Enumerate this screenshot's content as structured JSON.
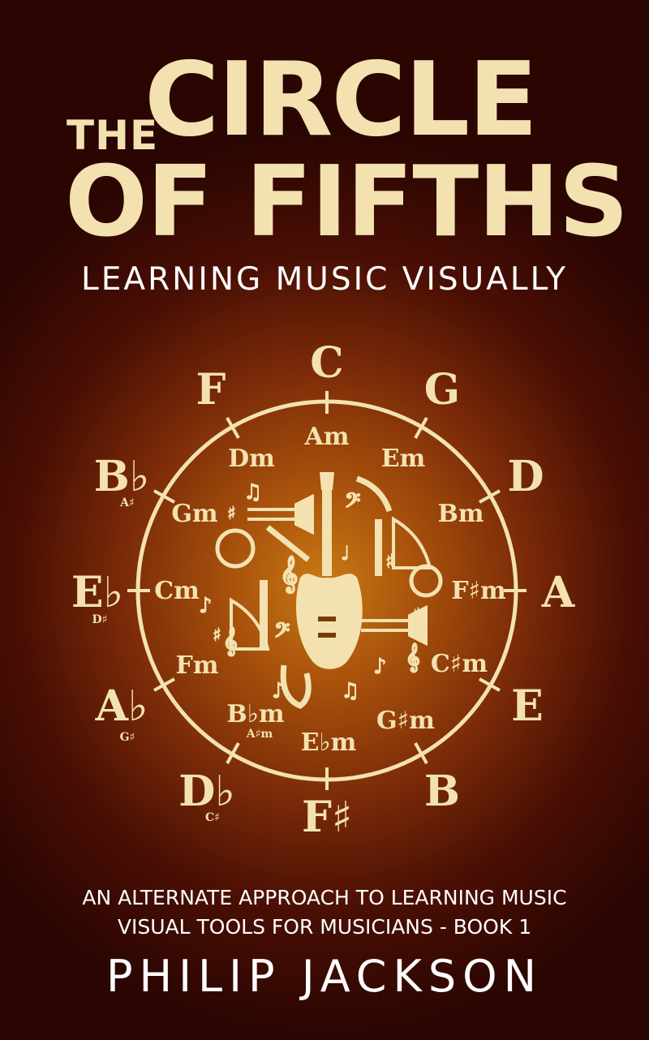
{
  "cover": {
    "title_the": "THE",
    "title_circle": "CIRCLE",
    "title_of_fifths": "OF FIFTHS",
    "subtitle": "LEARNING MUSIC VISUALLY",
    "tagline": "AN ALTERNATE APPROACH TO LEARNING MUSIC",
    "series": "VISUAL TOOLS FOR MUSICIANS - BOOK 1",
    "author": "PHILIP JACKSON"
  },
  "wheel": {
    "major_keys": [
      "C",
      "G",
      "D",
      "A",
      "E",
      "B",
      "F♯",
      "D♭",
      "A♭",
      "E♭",
      "B♭",
      "F"
    ],
    "minor_keys": [
      "Am",
      "Em",
      "Bm",
      "F♯m",
      "C♯m",
      "G♯m",
      "E♭m",
      "B♭m",
      "Fm",
      "Cm",
      "Gm",
      "Dm"
    ],
    "enharmonics": {
      "db": "C♯",
      "ab": "G♯",
      "eb": "D♯",
      "bb": "A♯",
      "bbm": "A♯m"
    }
  },
  "colors": {
    "cream": "#f3e2b0",
    "bg_center": "#c97a14",
    "bg_edge": "#2a0502"
  }
}
